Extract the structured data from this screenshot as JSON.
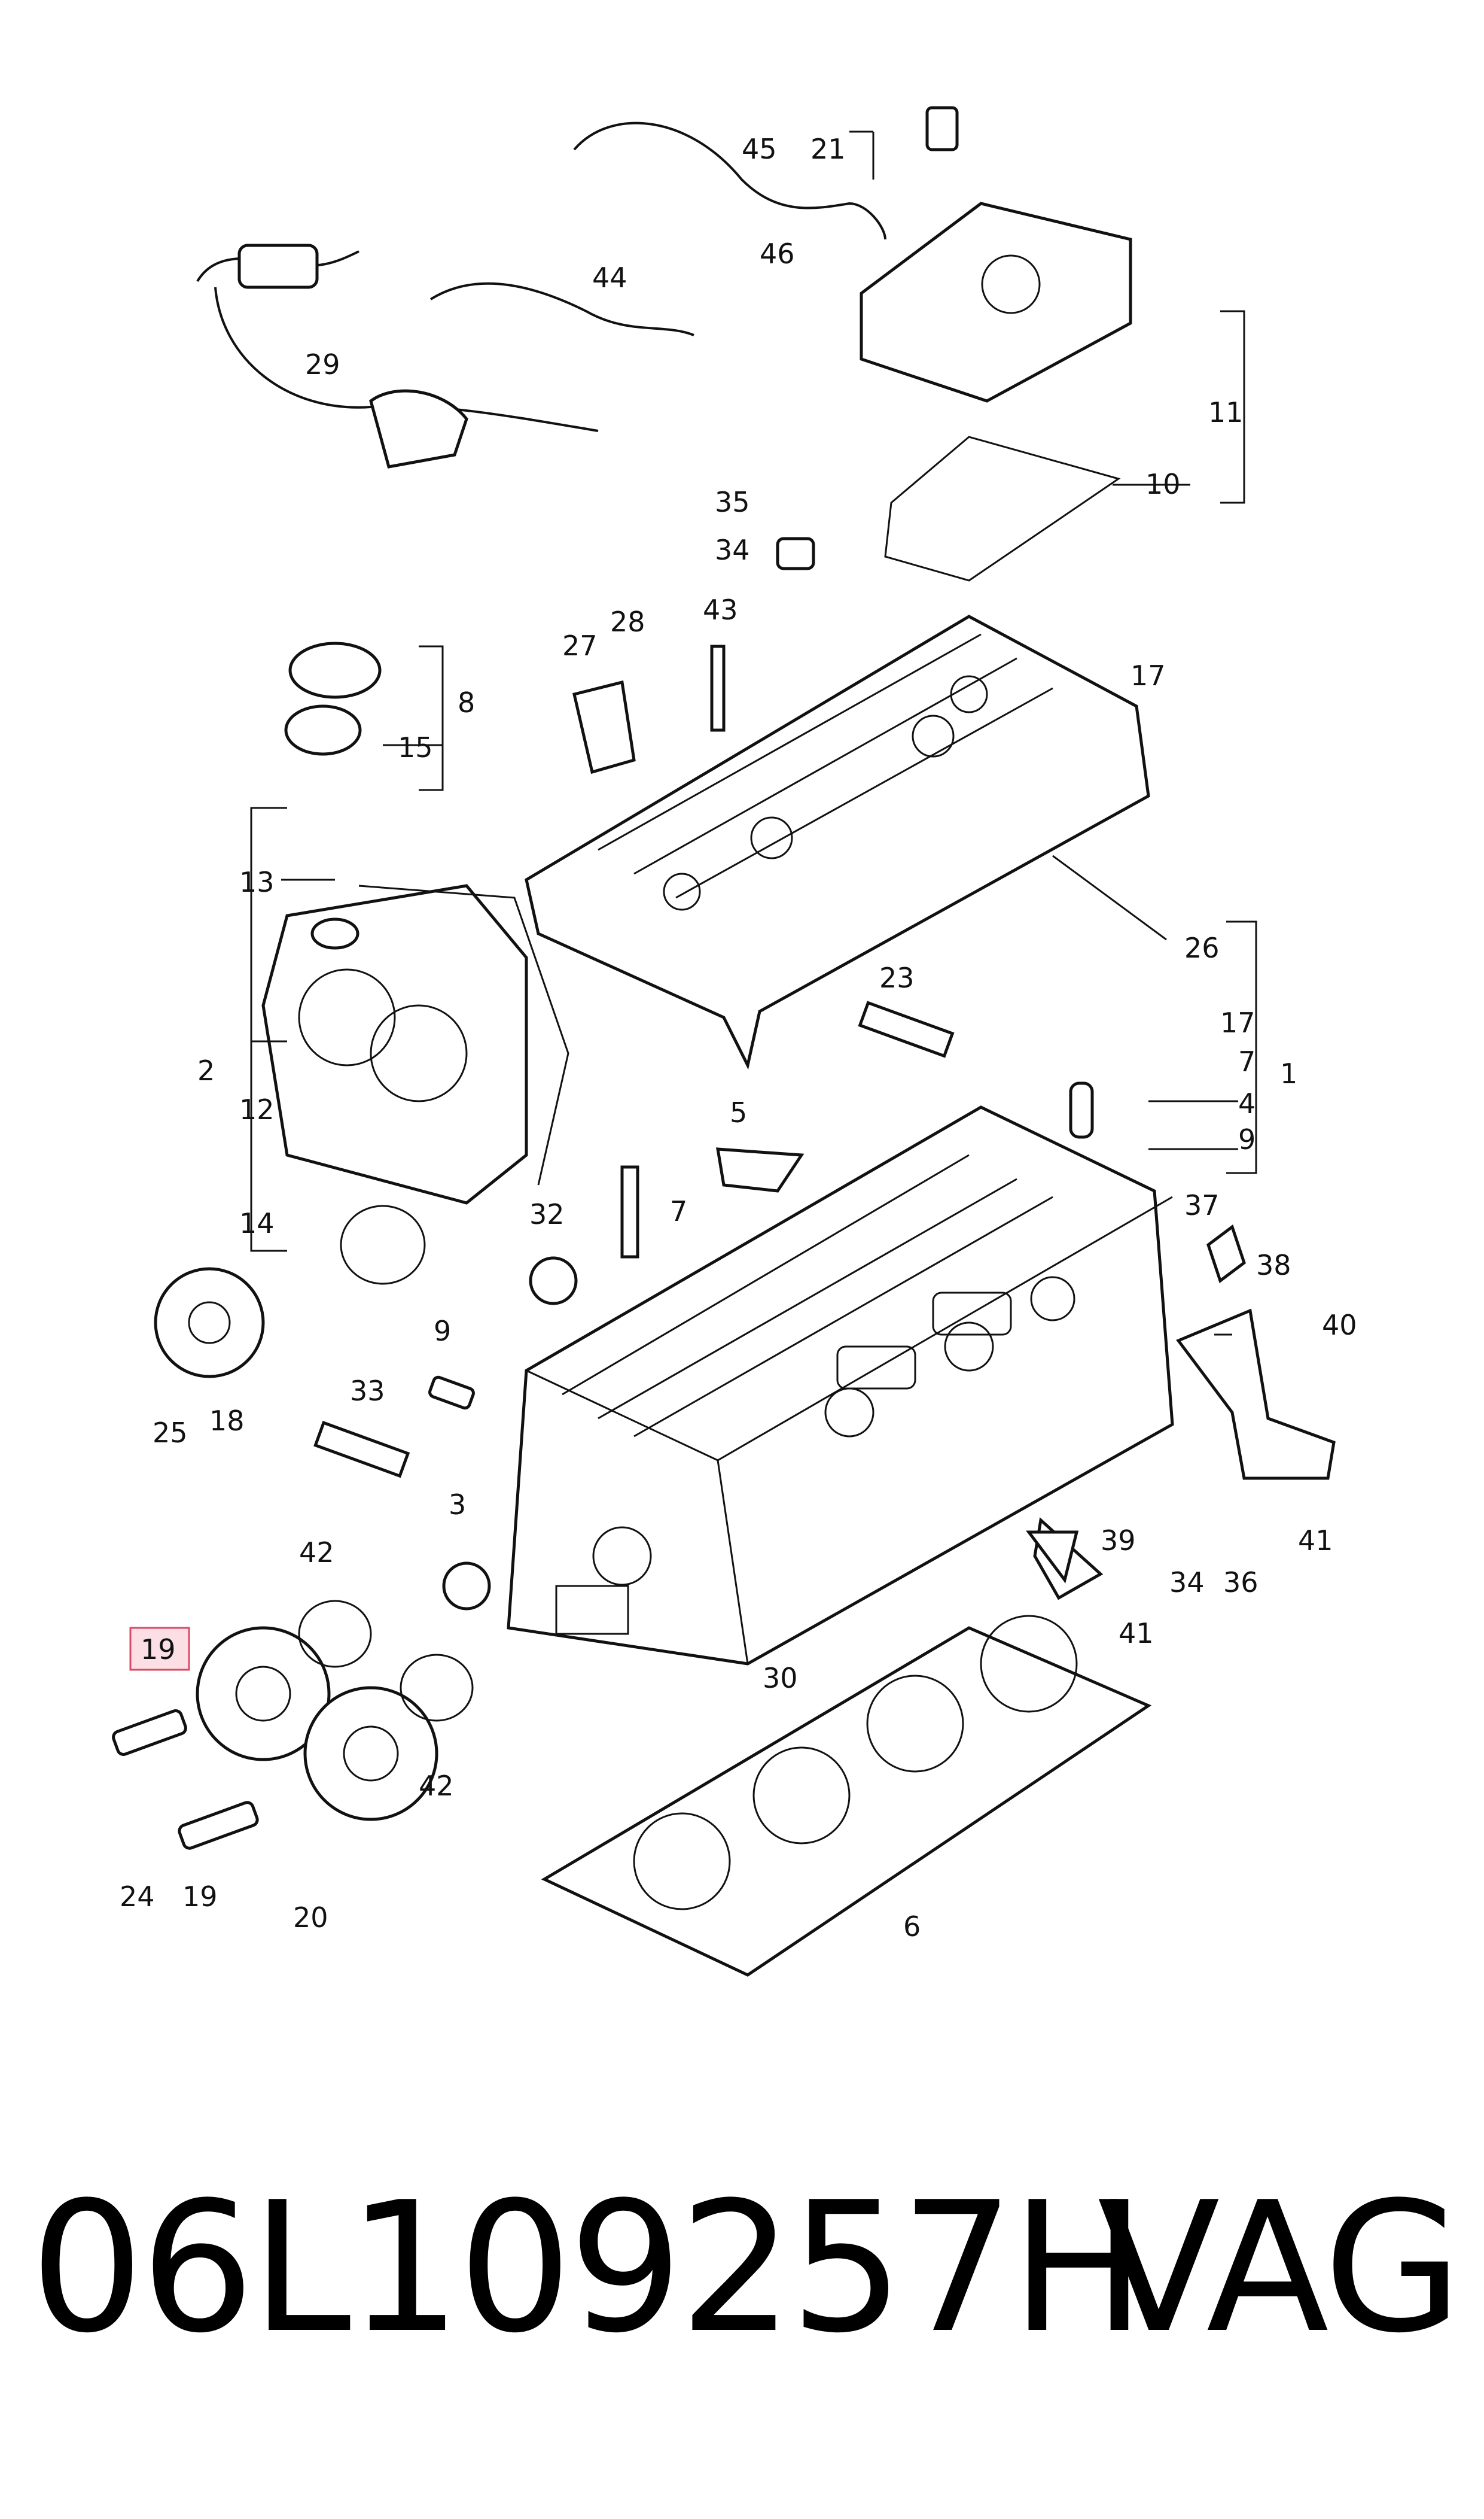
{
  "footer": {
    "part_number": "06L109257H",
    "brand": "VAG"
  },
  "highlight_color": "#fbdfe4",
  "callouts": {
    "c1": "1",
    "c2": "2",
    "c3": "3",
    "c4": "4",
    "c5": "5",
    "c6": "6",
    "c7a": "7",
    "c7b": "7",
    "c8": "8",
    "c9a": "9",
    "c9b": "9",
    "c10": "10",
    "c11": "11",
    "c12": "12",
    "c13": "13",
    "c14": "14",
    "c15": "15",
    "c17a": "17",
    "c17b": "17",
    "c18": "18",
    "c19a": "19",
    "c19b": "19",
    "c20": "20",
    "c21": "21",
    "c23": "23",
    "c24": "24",
    "c25": "25",
    "c26": "26",
    "c27": "27",
    "c28": "28",
    "c29": "29",
    "c30": "30",
    "c32": "32",
    "c33": "33",
    "c34a": "34",
    "c34b": "34",
    "c35": "35",
    "c36": "36",
    "c37": "37",
    "c38": "38",
    "c39": "39",
    "c40": "40",
    "c41a": "41",
    "c41b": "41",
    "c42a": "42",
    "c42b": "42",
    "c43": "43",
    "c44": "44",
    "c45": "45",
    "c46": "46"
  }
}
